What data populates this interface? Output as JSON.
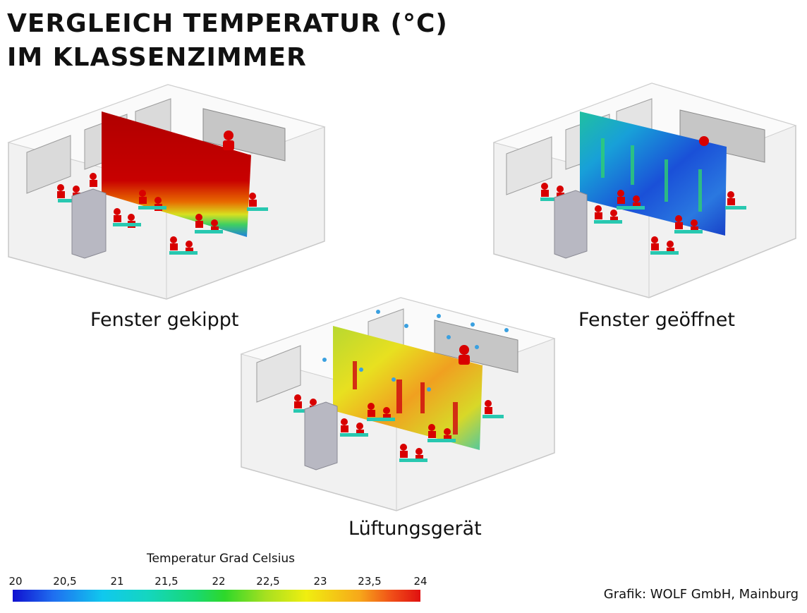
{
  "title": {
    "line1": "VERGLEICH TEMPERATUR (°C)",
    "line2": "IM KLASSENZIMMER"
  },
  "scenes": [
    {
      "label": "Fenster gekippt",
      "plane": "hot"
    },
    {
      "label": "Fenster geöffnet",
      "plane": "cool"
    },
    {
      "label": "Lüftungsgerät",
      "plane": "warm"
    }
  ],
  "legend": {
    "title": "Temperatur Grad Celsius",
    "ticks": [
      "20",
      "20,5",
      "21",
      "21,5",
      "22",
      "22,5",
      "23",
      "23,5",
      "24"
    ],
    "colors": {
      "min": "#1010d0",
      "mid": "#2ed82a",
      "max": "#e01010"
    }
  },
  "credit": "Grafik: WOLF GmbH, Mainburg"
}
